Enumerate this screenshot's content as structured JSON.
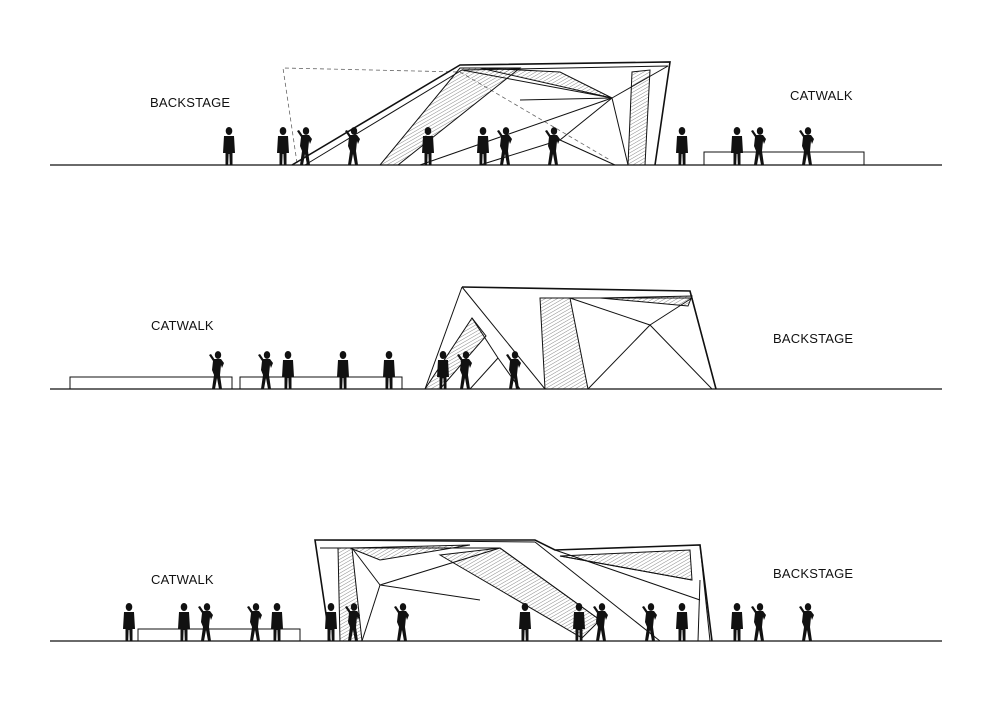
{
  "sections": [
    {
      "left_label": "BACKSTAGE",
      "right_label": "CATWALK"
    },
    {
      "left_label": "CATWALK",
      "right_label": "BACKSTAGE"
    },
    {
      "left_label": "CATWALK",
      "right_label": "BACKSTAGE"
    }
  ],
  "colors": {
    "ink": "#111111",
    "hatch": "#555555",
    "background": "#ffffff"
  }
}
